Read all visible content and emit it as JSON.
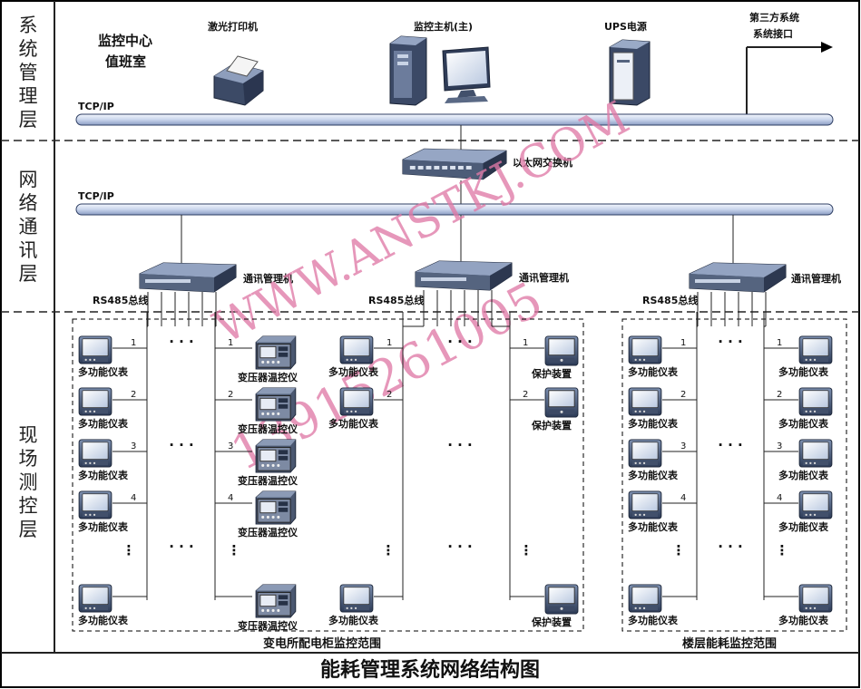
{
  "layers": {
    "system": "系统管理层",
    "network": "网络通讯层",
    "field": "现场测控层"
  },
  "system_layer": {
    "control_room_line1": "监控中心",
    "control_room_line2": "值班室",
    "printer": "激光打印机",
    "host": "监控主机(主)",
    "ups": "UPS电源",
    "third_party_line1": "第三方系统",
    "third_party_line2": "系统接口",
    "bus_label": "TCP/IP"
  },
  "network_layer": {
    "switch": "以太网交换机",
    "bus_label": "TCP/IP",
    "comm_manager": "通讯管理机",
    "rs485": "RS485总线"
  },
  "field_layer": {
    "meter": "多功能仪表",
    "transformer": "变压器温控仪",
    "protection": "保护装置",
    "ellipsis_h": "· · ·",
    "ellipsis_v": "⋮",
    "numbers": [
      "1",
      "2",
      "3",
      "4"
    ],
    "scope_left": "变电所配电柜监控范围",
    "scope_right": "楼层能耗监控范围"
  },
  "footer_title": "能耗管理系统网络结构图",
  "watermark": {
    "line1": "WWW.ANSTKJ.COM",
    "line2": "13915261005"
  },
  "colors": {
    "bus_fill": "#dde6f5",
    "bus_stroke": "#2f3f64",
    "line": "#222222",
    "watermark": "#e07aa7"
  }
}
